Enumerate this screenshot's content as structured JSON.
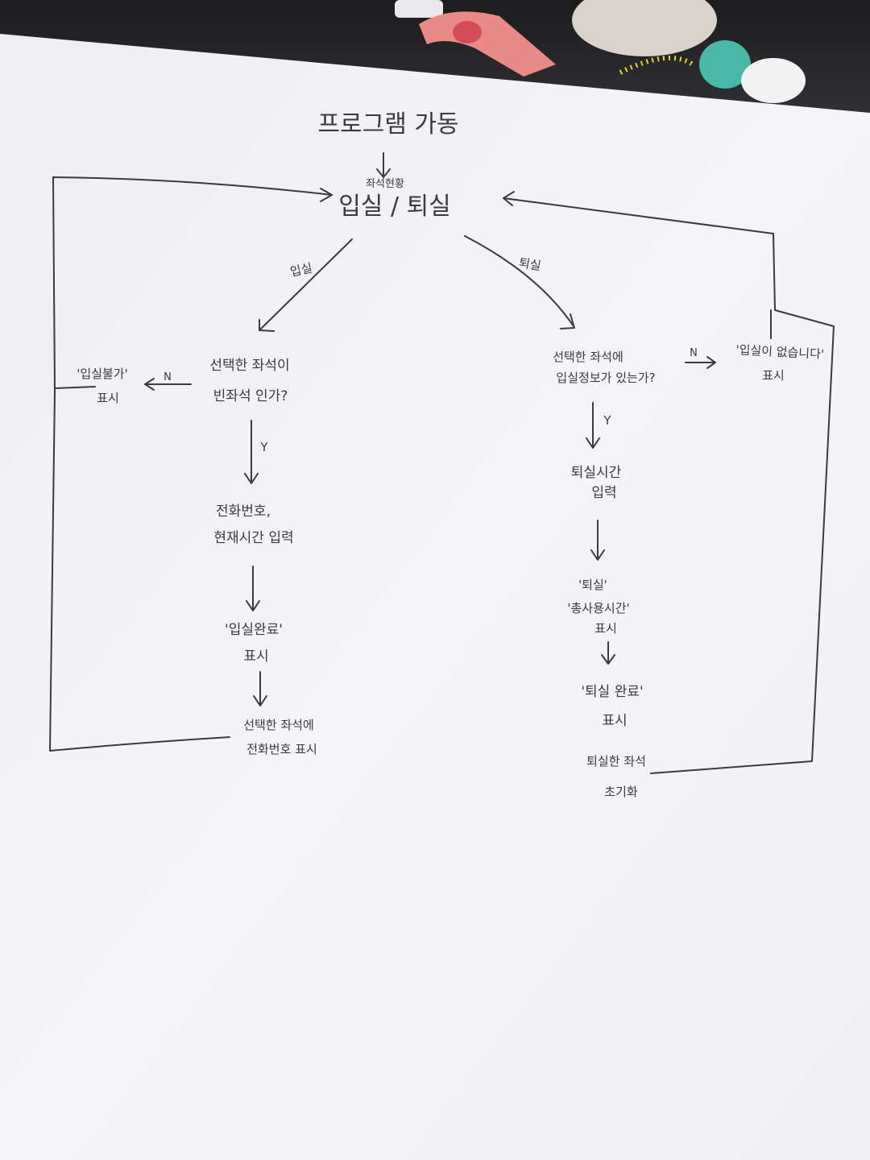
{
  "flowchart": {
    "start": {
      "label": "프로그램 가동"
    },
    "menu": {
      "label": "입실 / 퇴실",
      "note": "좌석현황"
    },
    "edge_checkin": {
      "label": "입실"
    },
    "edge_checkout": {
      "label": "퇴실"
    },
    "checkin": {
      "question_line1": "선택한 좌석이",
      "question_line2": "빈좌석 인가?",
      "no_label": "N",
      "yes_label": "Y",
      "unavailable_line1": "'입실불가'",
      "unavailable_line2": "표시",
      "input_line1": "전화번호,",
      "input_line2": "현재시간 입력",
      "done_line1": "'입실완료'",
      "done_line2": "표시",
      "final_line1": "선택한 좌석에",
      "final_line2": "전화번호 표시"
    },
    "checkout": {
      "question_line1": "선택한 좌석에",
      "question_line2": "입실정보가 있는가?",
      "no_label": "N",
      "yes_label": "Y",
      "none_line1": "'입실이 없습니다'",
      "none_line2": "표시",
      "input_line1": "퇴실시간",
      "input_line2": "입력",
      "total_line1": "'퇴실'",
      "total_line2": "'총사용시간'",
      "total_line3": "표시",
      "done_line1": "'퇴실 완료'",
      "done_line2": "표시",
      "reset_line1": "퇴실한 좌석",
      "reset_line2": "초기화"
    }
  },
  "colors": {
    "paper": "#f3f3f5",
    "ink": "#3a3a3f",
    "desk": "#2a2a2c"
  }
}
